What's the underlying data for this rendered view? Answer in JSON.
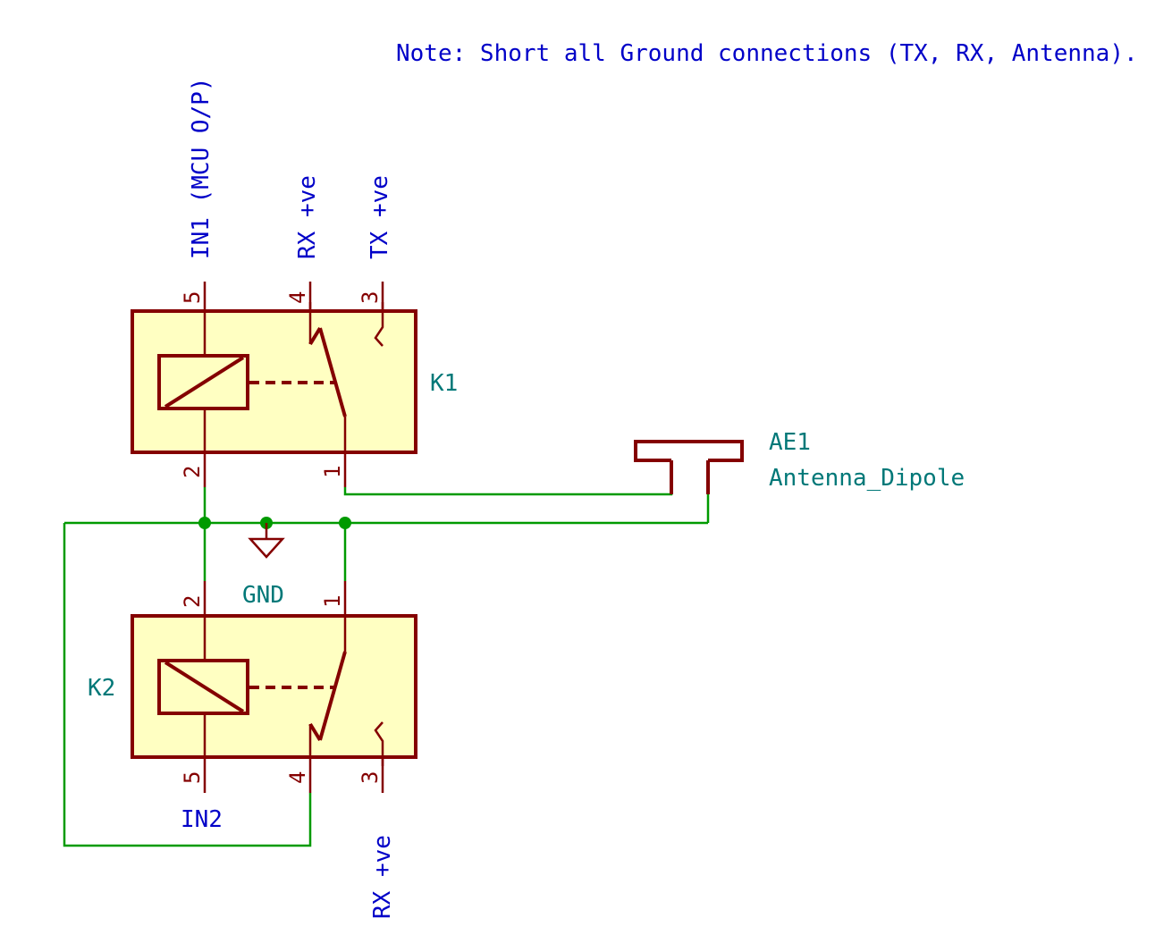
{
  "note": "Note: Short all Ground connections (TX, RX, Antenna).",
  "k1": {
    "ref": "K1",
    "pins": {
      "p5": "5",
      "p4": "4",
      "p3": "3",
      "p2": "2",
      "p1": "1"
    },
    "net_in": "IN1 (MCU O/P)",
    "net_rx": "RX +ve",
    "net_tx": "TX +ve"
  },
  "k2": {
    "ref": "K2",
    "pins": {
      "p2": "2",
      "p1": "1",
      "p5": "5",
      "p4": "4",
      "p3": "3"
    },
    "net_in": "IN2",
    "net_rx": "RX +ve"
  },
  "gnd": {
    "label": "GND"
  },
  "antenna": {
    "ref": "AE1",
    "value": "Antenna_Dipole"
  },
  "colors": {
    "component": "#840000",
    "body_fill": "#ffffc2",
    "wire": "#009a00",
    "net_label": "#0000c8",
    "ref_label": "#007878"
  }
}
